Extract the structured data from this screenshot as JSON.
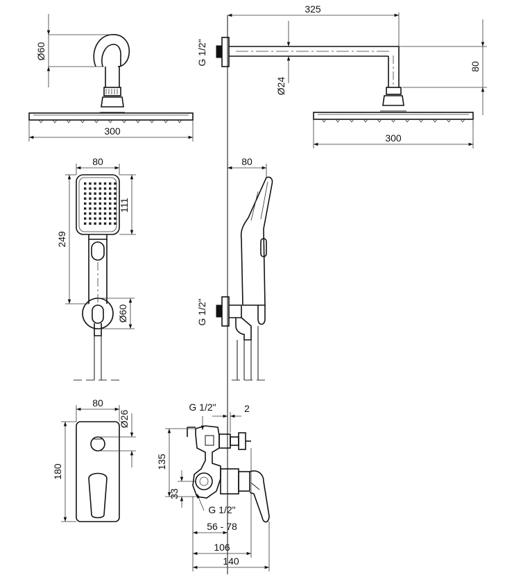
{
  "labels": {
    "head_diameter": "Ø60",
    "head_width_top": "300",
    "arm_length": "325",
    "arm_thread": "G 1/2\"",
    "arm_diameter": "Ø24",
    "arm_drop": "80",
    "head_width_side": "300",
    "handshower_width_front": "80",
    "handshower_face_height": "111",
    "handshower_length": "249",
    "holder_diameter": "Ø60",
    "handshower_width_side": "80",
    "holder_thread": "G 1/2\"",
    "plate_width": "80",
    "knob_diameter": "Ø26",
    "plate_height": "180",
    "mixer_thread_top": "G 1/2\"",
    "wall_gap": "2",
    "mixer_height": "135",
    "mixer_bottom": "33",
    "mixer_thread_bottom": "G 1/2\"",
    "depth_range": "56 - 78",
    "depth_body": "106",
    "depth_total": "140"
  }
}
